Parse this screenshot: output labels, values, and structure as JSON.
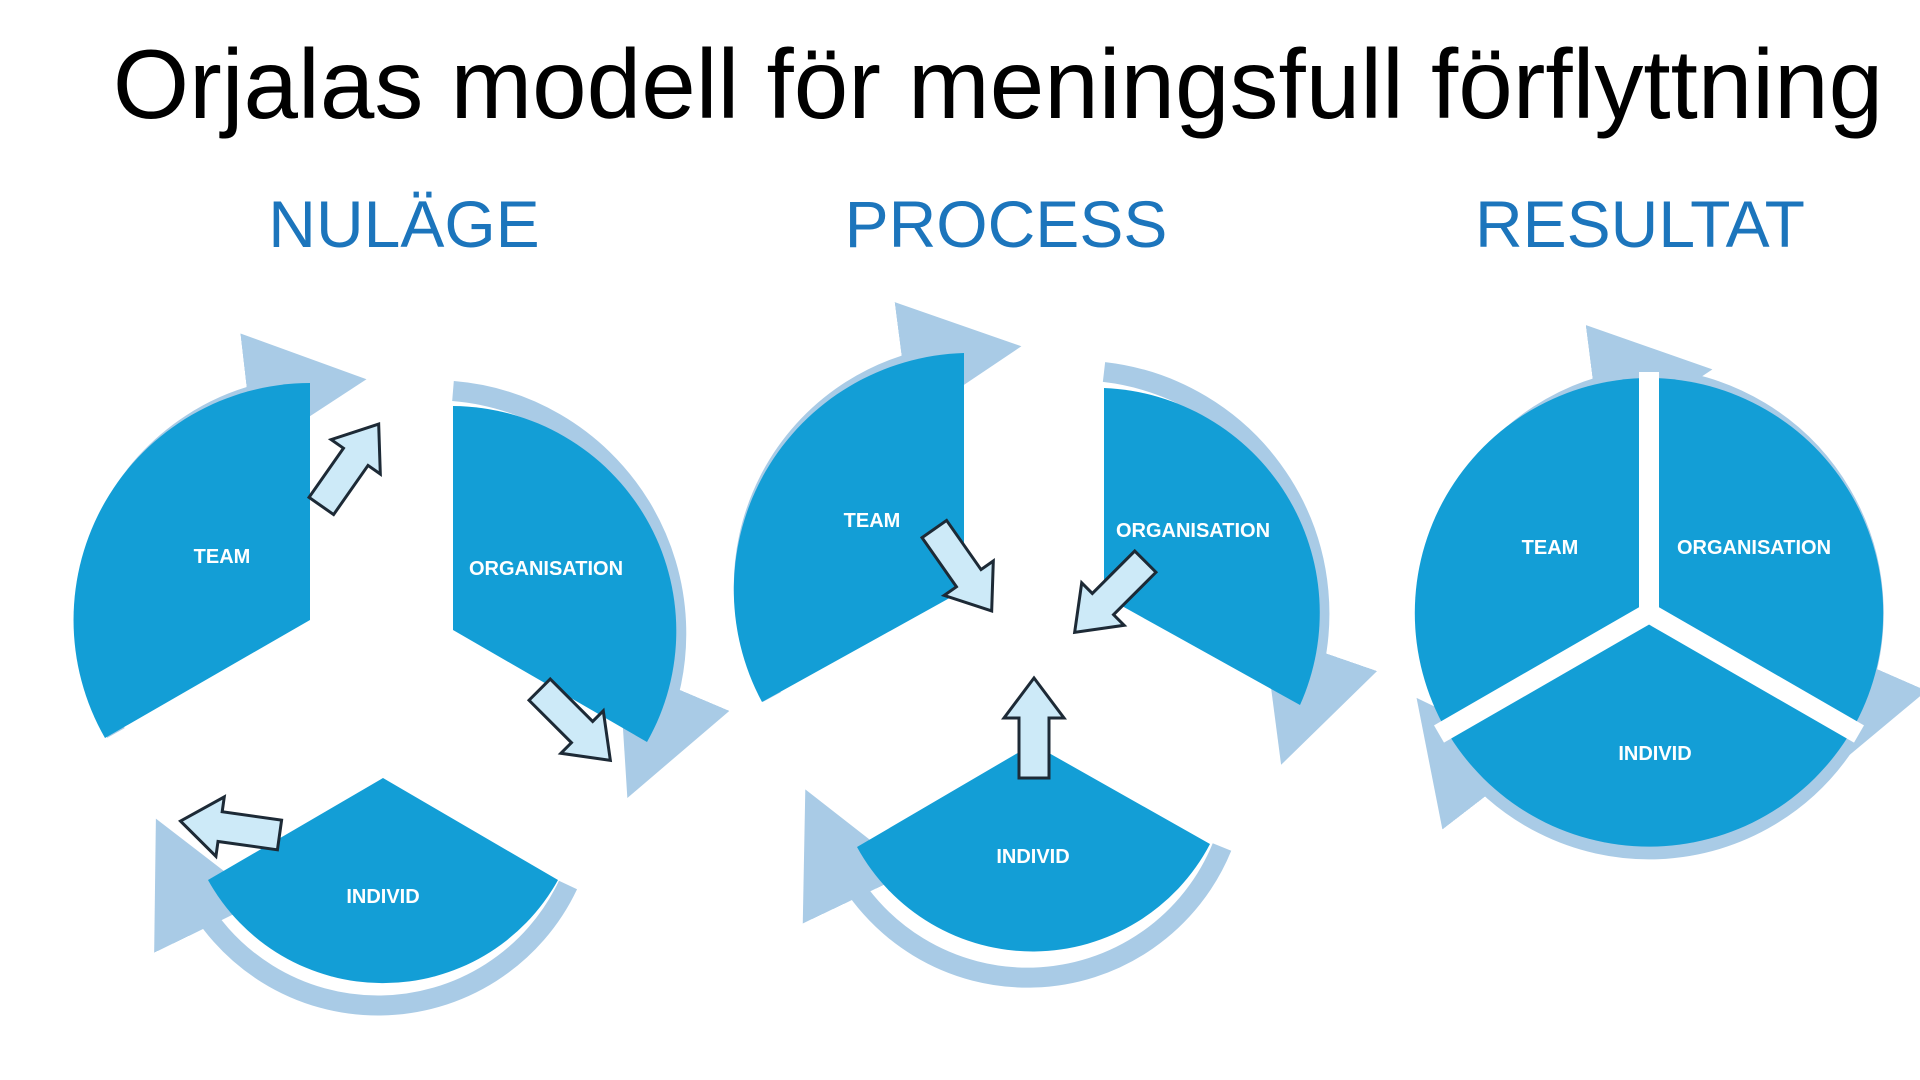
{
  "title": "Orjalas modell för meningsfull förflyttning",
  "colors": {
    "title": "#000000",
    "heading": "#1c75bc",
    "segment": "#139ed6",
    "ring": "#a9cbe6",
    "arrow_fill": "#cdeaf8",
    "arrow_stroke": "#1d2a36"
  },
  "columns": [
    {
      "heading": "NULÄGE",
      "segments": {
        "team": "TEAM",
        "organisation": "ORGANISATION",
        "individ": "INDIVID"
      }
    },
    {
      "heading": "PROCESS",
      "segments": {
        "team": "TEAM",
        "organisation": "ORGANISATION",
        "individ": "INDIVID"
      }
    },
    {
      "heading": "RESULTAT",
      "segments": {
        "team": "TEAM",
        "organisation": "ORGANISATION",
        "individ": "INDIVID"
      }
    }
  ]
}
